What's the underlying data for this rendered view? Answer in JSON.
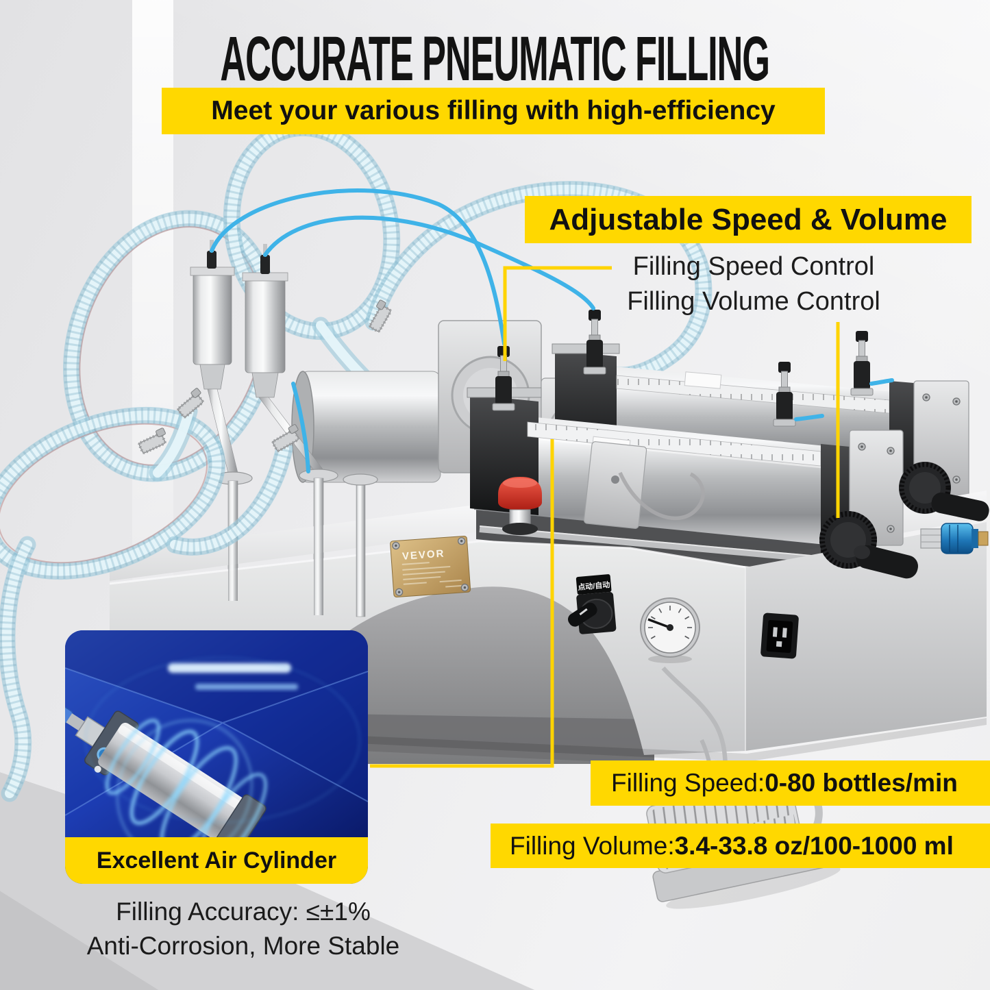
{
  "header": {
    "title": "ACCURATE PNEUMATIC FILLING",
    "subtitle": "Meet your various filling with high-efficiency"
  },
  "callout": {
    "heading": "Adjustable Speed & Volume",
    "line1": "Filling Speed Control",
    "line2": "Filling Volume Control"
  },
  "specs": {
    "speed_label": "Filling Speed: ",
    "speed_value": "0-80 bottles/min",
    "volume_label": "Filling Volume: ",
    "volume_value": "3.4-33.8 oz/100-1000 ml"
  },
  "inset": {
    "caption": "Excellent Air Cylinder",
    "line1": "Filling Accuracy: ≤±1%",
    "line2": "Anti-Corrosion, More Stable"
  },
  "machine": {
    "brand": "VEVOR",
    "switch_label": "点动/自动"
  },
  "colors": {
    "accent_yellow": "#ffd800",
    "annotation_yellow": "#ffd400",
    "text_black": "#111111",
    "hose_blue": "#9ccadc",
    "tube_blue": "#3fb3e8",
    "inset_blue": "#122a8e",
    "nameplate_gold": "#c3a066",
    "estop_red": "#d8362a"
  }
}
